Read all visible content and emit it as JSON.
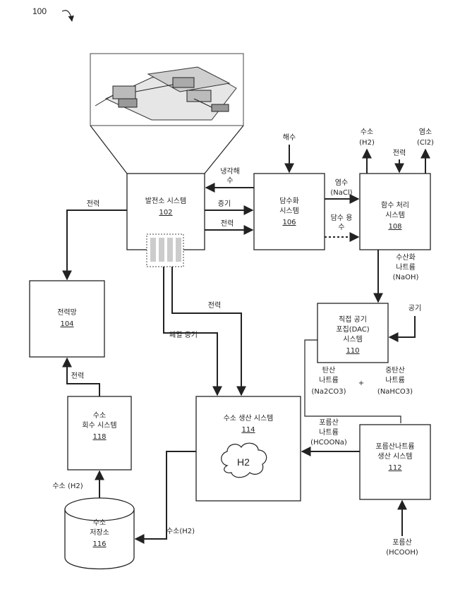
{
  "figure_ref": "100",
  "boxes": {
    "power_system": {
      "label": "발전소 시스템",
      "num": "102"
    },
    "desal_system": {
      "label_1": "담수화",
      "label_2": "시스템",
      "num": "106"
    },
    "brine_system": {
      "label_1": "함수 처리",
      "label_2": "시스템",
      "num": "108"
    },
    "power_grid": {
      "label": "전력망",
      "num": "104"
    },
    "dac_system": {
      "label_1": "직접 공기",
      "label_2": "포집(DAC)",
      "label_3": "시스템",
      "num": "110"
    },
    "formate_system": {
      "label_1": "포름산나트륨",
      "label_2": "생산 시스템",
      "num": "112"
    },
    "hydrogen_system": {
      "label": "수소 생산 시스템",
      "num": "114",
      "cloud": "H2"
    },
    "recovery_system": {
      "label_1": "수소",
      "label_2": "회수 시스템",
      "num": "118"
    },
    "storage": {
      "label_1": "수소",
      "label_2": "저장소",
      "num": "116"
    }
  },
  "labels": {
    "seawater": "해수",
    "hydrogen_out": "수소",
    "hydrogen_formula": "(H2)",
    "chlorine_out": "염소",
    "chlorine_formula": "(Cl2)",
    "electricity_in": "전력",
    "cooling_water_1": "냉각해",
    "cooling_water_2": "수",
    "steam": "증기",
    "power_desal": "전력",
    "brine_1": "염수",
    "brine_2": "(NaCl)",
    "fresh_water_1": "담수 용",
    "fresh_water_2": "수",
    "power_grid_line": "전력",
    "naoh_1": "수산화",
    "naoh_2": "나트륨",
    "naoh_3": "(NaOH)",
    "power_h2": "전력",
    "waste_steam": "폐열 증기",
    "air": "공기",
    "sodium_carbonate_1": "탄산",
    "sodium_carbonate_2": "나트륨",
    "sodium_carbonate_3": "(Na2CO3)",
    "plus": "+",
    "bicarbonate_1": "중탄산",
    "bicarbonate_2": "나트륨",
    "bicarbonate_3": "(NaHCO3)",
    "power_recovery": "전력",
    "formate_1": "포름산",
    "formate_2": "나트륨",
    "formate_3": "(HCOONa)",
    "hydrogen_recovered": "수소 (H2)",
    "hydrogen_storage": "수소(H2)",
    "formic_1": "포름산",
    "formic_2": "(HCOOH)"
  }
}
